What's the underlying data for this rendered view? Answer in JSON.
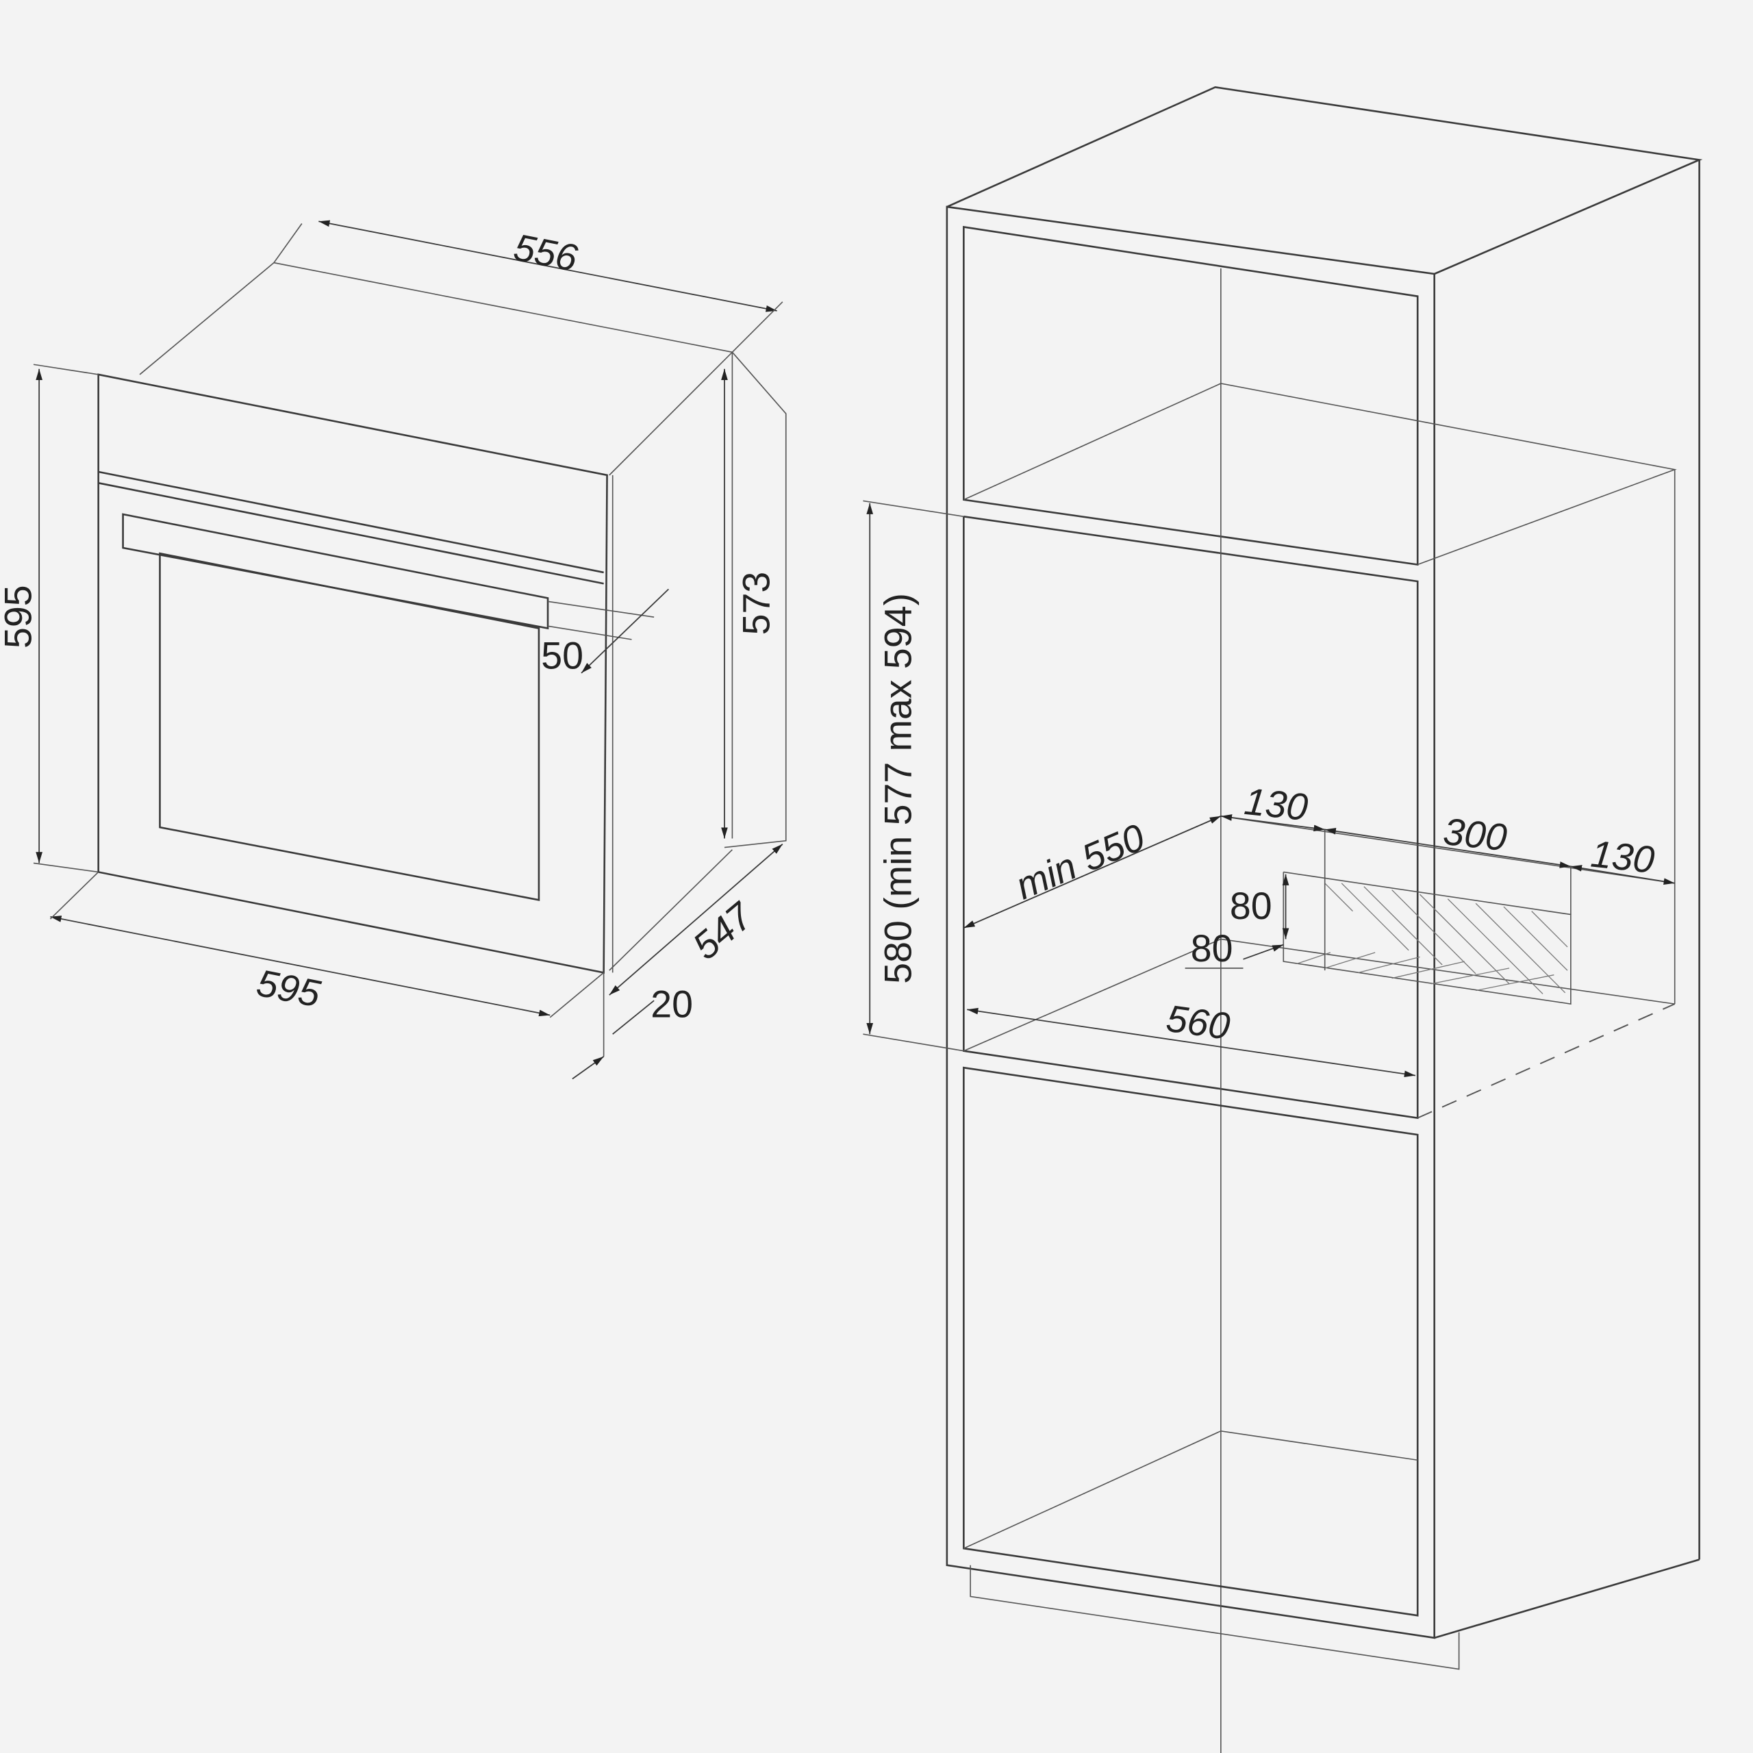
{
  "oven": {
    "top_width": "556",
    "height_left": "595",
    "body_height": "573",
    "handle_offset": "50",
    "depth": "547",
    "front_width": "595",
    "door_thickness": "20"
  },
  "cabinet": {
    "niche_height": "580 (min 577 max 594)",
    "niche_depth": "min 550",
    "vent_left": "130",
    "vent_width": "300",
    "vent_right": "130",
    "vent_height": "80",
    "vent_depth": "80",
    "niche_width": "560"
  },
  "colors": {
    "background": "#f3f3f3",
    "line": "#3a3a3a"
  }
}
